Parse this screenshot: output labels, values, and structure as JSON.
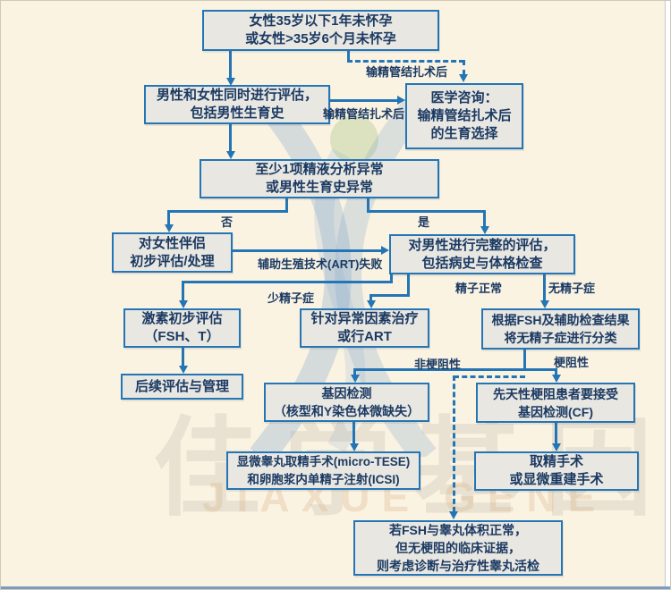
{
  "colors": {
    "box_border": "#2475b5",
    "box_fill": "#e9e7e1",
    "text": "#1b3a63",
    "arrow": "#2475b5",
    "background": "#fbf3e2"
  },
  "nodes": [
    {
      "id": "infertility-criteria",
      "lines": [
        "女性35岁以下1年未怀孕",
        "或女性>35岁6个月未怀孕"
      ]
    },
    {
      "id": "couple-evaluation",
      "lines": [
        "男性和女性同时进行评估，",
        "包括男性生育史"
      ]
    },
    {
      "id": "medical-consult",
      "lines": [
        "医学咨询：",
        "输精管结扎术后",
        "的生育选择"
      ]
    },
    {
      "id": "semen-abnormal",
      "lines": [
        "至少1项精液分析异常",
        "或男性生育史异常"
      ]
    },
    {
      "id": "female-partner",
      "lines": [
        "对女性伴侣",
        "初步评估/处理"
      ]
    },
    {
      "id": "male-full-eval",
      "lines": [
        "对男性进行完整的评估，",
        "包括病史与体格检查"
      ]
    },
    {
      "id": "hormone-eval",
      "lines": [
        "激素初步评估",
        "（FSH、T）"
      ]
    },
    {
      "id": "treat-or-art",
      "lines": [
        "针对异常因素治疗",
        "或行ART"
      ]
    },
    {
      "id": "azoospermia-classify",
      "lines": [
        "根据FSH及辅助检查结果",
        "将无精子症进行分类"
      ]
    },
    {
      "id": "followup-management",
      "lines": [
        "后续评估与管理"
      ]
    },
    {
      "id": "genetic-testing",
      "lines": [
        "基因检测",
        "（核型和Y染色体微缺失）"
      ]
    },
    {
      "id": "congenital-cf",
      "lines": [
        "先天性梗阻患者要接受",
        "基因检测(CF)"
      ]
    },
    {
      "id": "micro-tese-icsi",
      "lines": [
        "显微睾丸取精手术(micro-TESE)",
        "和卵胞浆内单精子注射(ICSI)"
      ]
    },
    {
      "id": "sperm-retrieval",
      "lines": [
        "取精手术",
        "或显微重建手术"
      ]
    },
    {
      "id": "testicular-biopsy",
      "lines": [
        "若FSH与睾丸体积正常，",
        "但无梗阻的临床证据，",
        "则考虑诊断与治疗性睾丸活检"
      ]
    }
  ],
  "edge_labels": [
    {
      "id": "post-vasectomy-dashed",
      "text": "输精管结扎术后"
    },
    {
      "id": "post-vasectomy",
      "text": "输精管结扎术后"
    },
    {
      "id": "no",
      "text": "否"
    },
    {
      "id": "yes",
      "text": "是"
    },
    {
      "id": "art-failure",
      "text": "辅助生殖技术(ART)失败"
    },
    {
      "id": "oligospermia",
      "text": "少精子症"
    },
    {
      "id": "normal-sperm",
      "text": "精子正常"
    },
    {
      "id": "azoospermia",
      "text": "无精子症"
    },
    {
      "id": "non-obstructive",
      "text": "非梗阻性"
    },
    {
      "id": "obstructive",
      "text": "梗阻性"
    }
  ],
  "watermark": {
    "cn": "佳学基因",
    "en": "JIAXUE GENE"
  }
}
